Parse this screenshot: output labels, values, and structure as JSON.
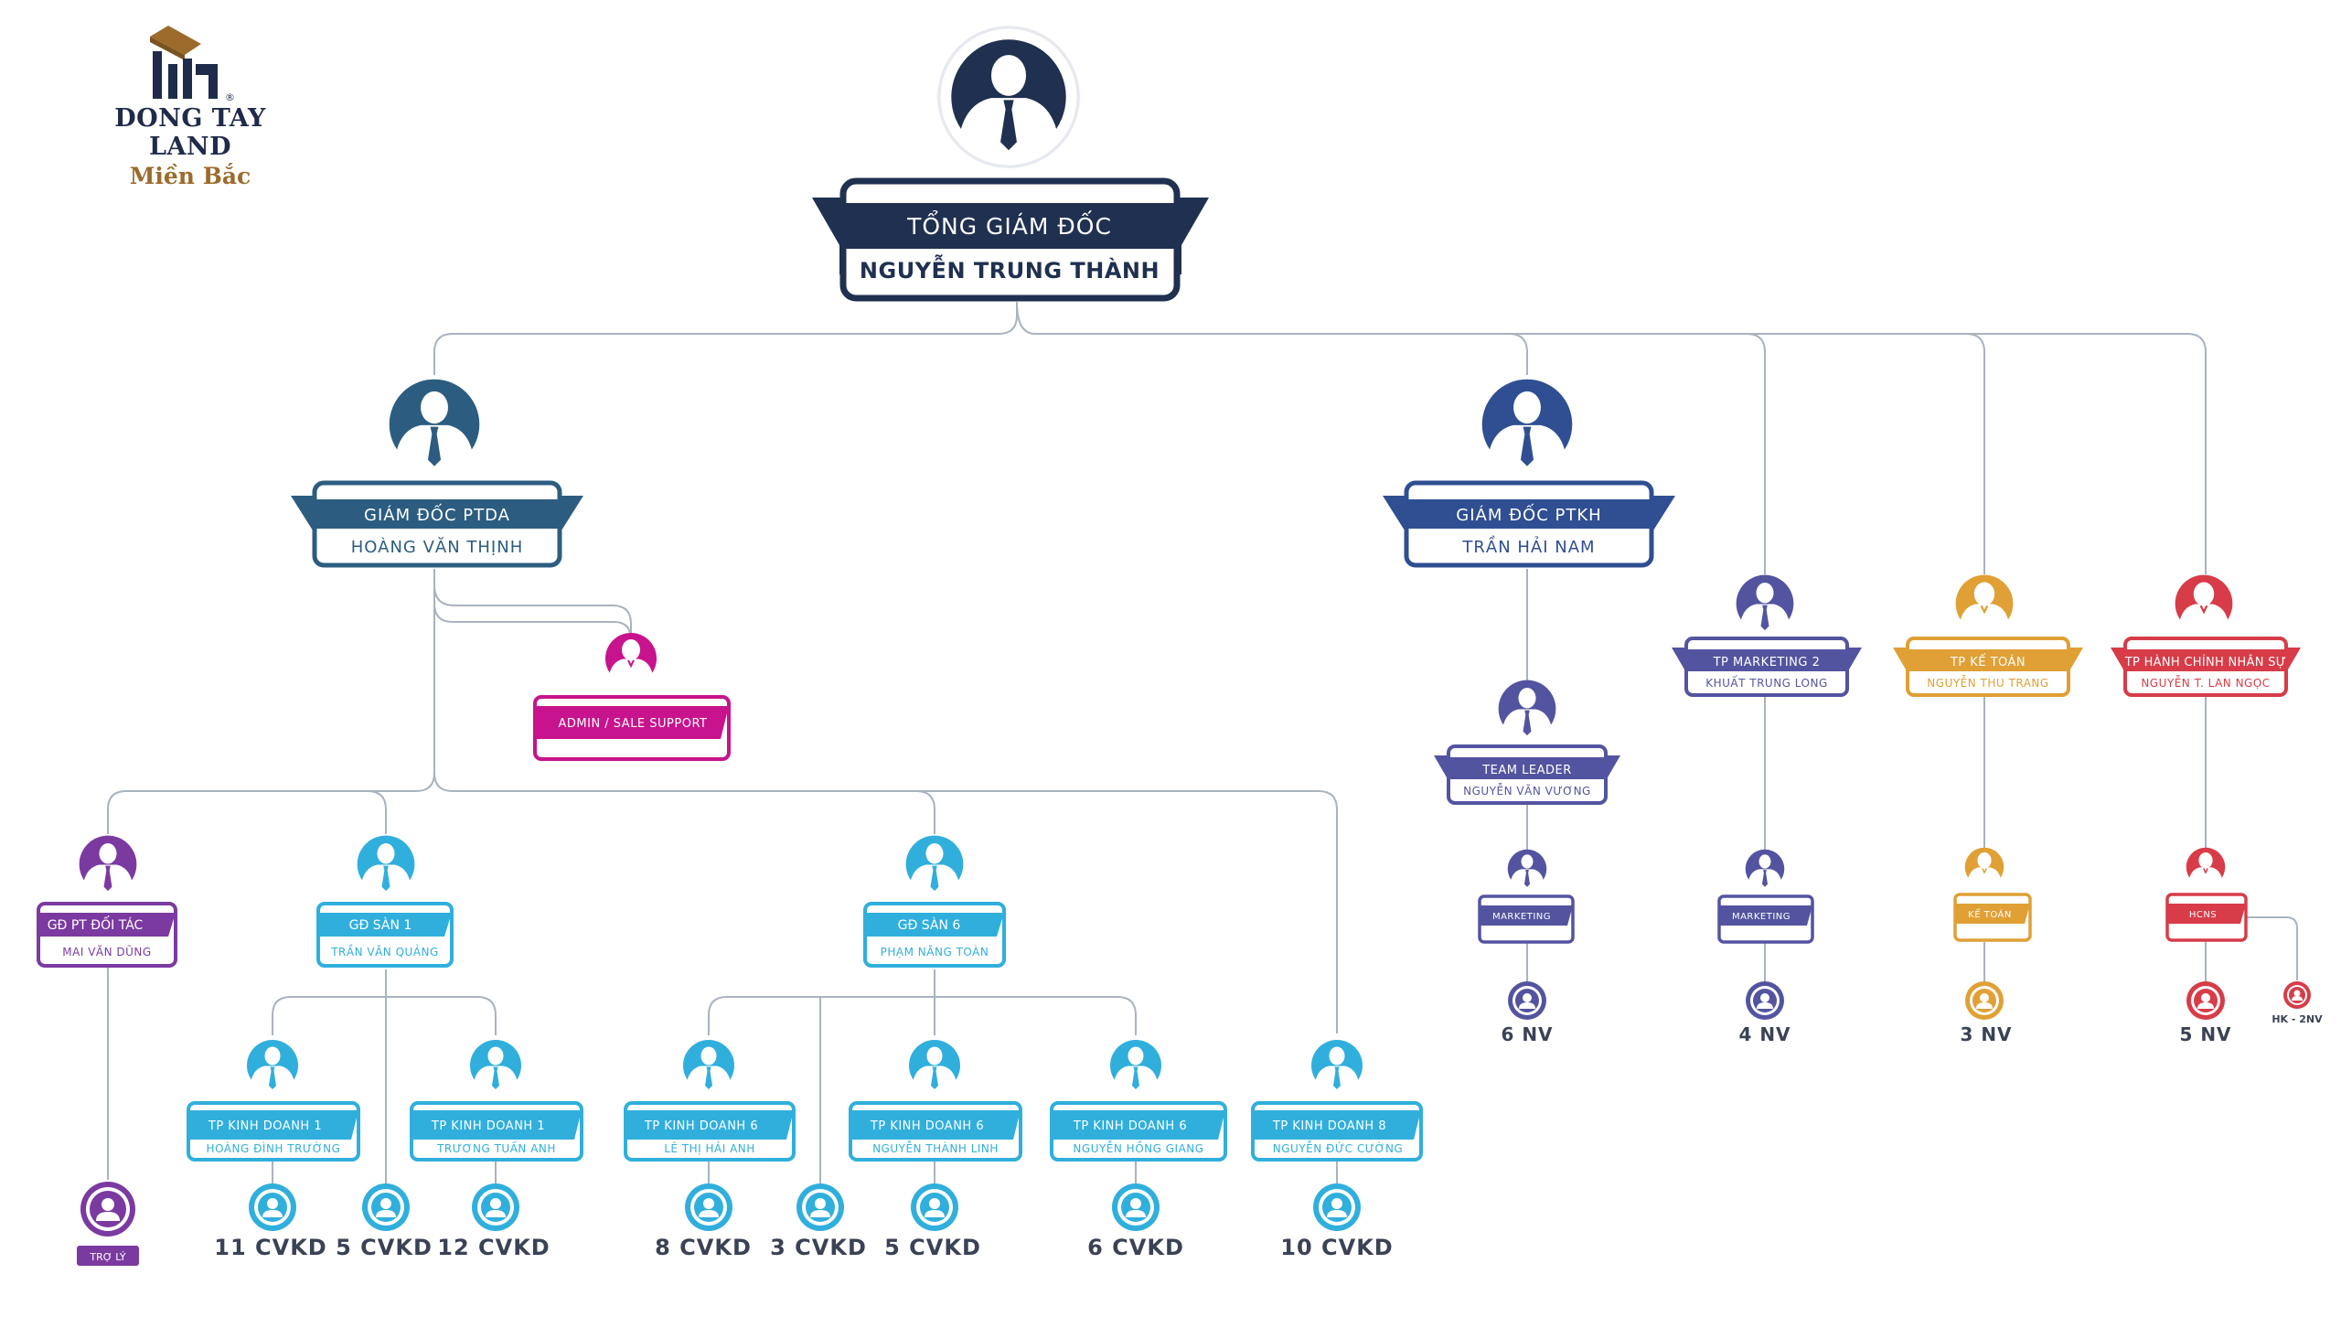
{
  "logo": {
    "line1": "DONG TAY LAND",
    "line2": "Miền Bắc",
    "mark": "®"
  },
  "colors": {
    "connector": "#a9b3bf",
    "navy": "#1f3050",
    "steel": "#2c5d80",
    "indigo": "#2f4f92",
    "violet": "#5354a0",
    "gold": "#e0a035",
    "red": "#d73c48",
    "purple": "#7b3aa0",
    "cyan": "#30afdd",
    "magenta": "#c7138d"
  },
  "ceo": {
    "title": "TỔNG GIÁM ĐỐC",
    "name": "NGUYỄN TRUNG THÀNH"
  },
  "gd_ptda": {
    "title": "GIÁM ĐỐC PTDA",
    "name": "HOÀNG VĂN THỊNH"
  },
  "gd_ptkh": {
    "title": "GIÁM ĐỐC PTKH",
    "name": "TRẦN HẢI NAM"
  },
  "admin": {
    "title": "ADMIN / SALE SUPPORT"
  },
  "partner": {
    "title": "GĐ PT ĐỐI TÁC",
    "name": "MAI VĂN DŨNG",
    "assistant": "TRỢ LÝ"
  },
  "san1": {
    "title": "GĐ SÀN 1",
    "name": "TRẦN VĂN QUẢNG"
  },
  "san6": {
    "title": "GĐ SÀN 6",
    "name": "PHẠM NĂNG TOÀN"
  },
  "kd": [
    {
      "title": "TP KINH DOANH 1",
      "name": "HOÀNG ĐÌNH TRƯỜNG",
      "count": "11 CVKD"
    },
    {
      "count": "5 CVKD"
    },
    {
      "title": "TP KINH DOANH 1",
      "name": "TRƯƠNG TUẤN ANH",
      "count": "12 CVKD"
    },
    {
      "title": "TP KINH DOANH 6",
      "name": "LÊ THỊ HẢI ANH",
      "count": "8 CVKD"
    },
    {
      "count": "3 CVKD"
    },
    {
      "title": "TP KINH DOANH 6",
      "name": "NGUYỄN THÀNH LINH",
      "count": "5 CVKD"
    },
    {
      "title": "TP KINH DOANH 6",
      "name": "NGUYỄN HỒNG GIANG",
      "count": "6 CVKD"
    },
    {
      "title": "TP KINH DOANH 8",
      "name": "NGUYỄN ĐỨC CƯỜNG",
      "count": "10 CVKD"
    }
  ],
  "team_leader": {
    "title": "TEAM LEADER",
    "name": "NGUYỄN VĂN VƯƠNG",
    "sub": "MARKETING",
    "count": "6 NV"
  },
  "marketing2": {
    "title": "TP MARKETING 2",
    "name": "KHUẤT TRUNG LONG",
    "sub": "MARKETING",
    "count": "4 NV"
  },
  "accounting": {
    "title": "TP KẾ TOÁN",
    "name": "NGUYỄN THU TRANG",
    "sub": "KẾ TOÁN",
    "count": "3 NV"
  },
  "hr": {
    "title": "TP HÀNH CHÍNH NHÂN SỰ",
    "name": "NGUYỄN T. LAN NGỌC",
    "sub": "HCNS",
    "count": "5 NV",
    "extra": "HK - 2NV"
  }
}
